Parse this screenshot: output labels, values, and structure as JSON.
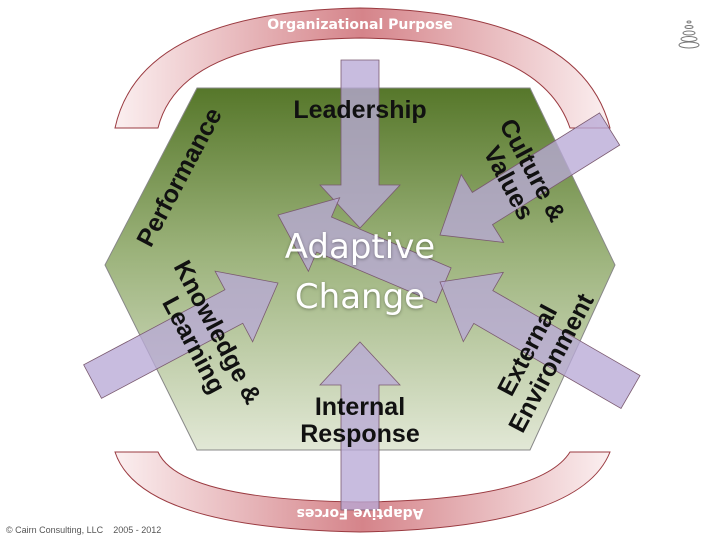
{
  "top_band": "Organizational Purpose",
  "bottom_band": "Adaptive Forces",
  "center": {
    "line1": "Adaptive",
    "line2": "Change"
  },
  "forces": {
    "leadership": "Leadership",
    "performance": "Performance",
    "culture": {
      "line1": "Culture &",
      "line2": "Values"
    },
    "knowledge": {
      "line1": "Knowledge &",
      "line2": "Learning"
    },
    "external": {
      "line1": "External",
      "line2": "Environment"
    },
    "internal": {
      "line1": "Internal",
      "line2": "Response"
    }
  },
  "footer": {
    "copyright": "© Cairn Consulting, LLC",
    "years": "2005 - 2012"
  },
  "colors": {
    "hex_top": "#56772a",
    "hex_bottom": "#dde4d0",
    "band": "#d98f94",
    "arrow": "#b9a9d6"
  }
}
